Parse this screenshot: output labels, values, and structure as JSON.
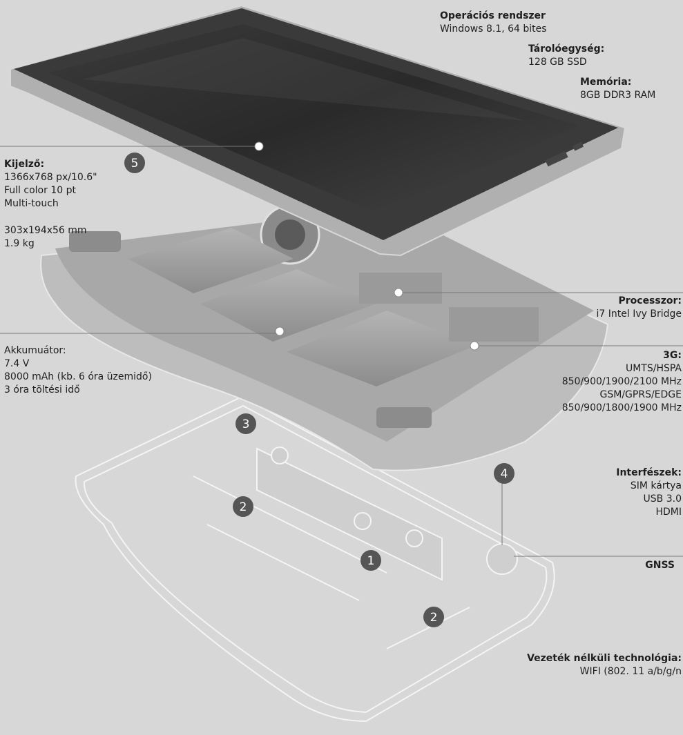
{
  "colors": {
    "background": "#d7d7d7",
    "screen": "#2e2e2e",
    "body": "#bdbdbd",
    "badge": "#555555",
    "leader": "#777777"
  },
  "specs": {
    "os": {
      "title": "Operációs rendszer",
      "lines": [
        "Windows 8.1, 64 bites"
      ]
    },
    "storage": {
      "title": "Tárolóegység:",
      "lines": [
        "128 GB SSD"
      ]
    },
    "memory": {
      "title": "Memória:",
      "lines": [
        "8GB DDR3 RAM"
      ]
    },
    "display": {
      "title": "Kijelző:",
      "lines": [
        "1366x768 px/10.6\"",
        "Full color 10 pt",
        "Multi-touch"
      ]
    },
    "dimensions": {
      "lines": [
        "303x194x56 mm",
        "1.9 kg"
      ]
    },
    "battery": {
      "lines": [
        "Akkumuátor:",
        "7.4 V",
        "8000 mAh (kb. 6 óra üzemidő)",
        "3 óra töltési idő"
      ]
    },
    "processor": {
      "title": "Processzor:",
      "lines": [
        "i7 Intel Ivy Bridge"
      ]
    },
    "g3": {
      "title": "3G:",
      "lines": [
        "UMTS/HSPA",
        "850/900/1900/2100 MHz",
        "GSM/GPRS/EDGE",
        "850/900/1800/1900 MHz"
      ]
    },
    "interfaces": {
      "title": "Interfészek:",
      "lines": [
        "SIM kártya",
        "USB 3.0",
        "HDMI"
      ]
    },
    "gnss": {
      "title": "GNSS"
    },
    "wireless": {
      "title": "Vezeték nélküli technológia:",
      "lines": [
        "WIFI (802. 11 a/b/g/n"
      ]
    }
  },
  "badges": [
    "5",
    "3",
    "2",
    "1",
    "2",
    "4"
  ]
}
